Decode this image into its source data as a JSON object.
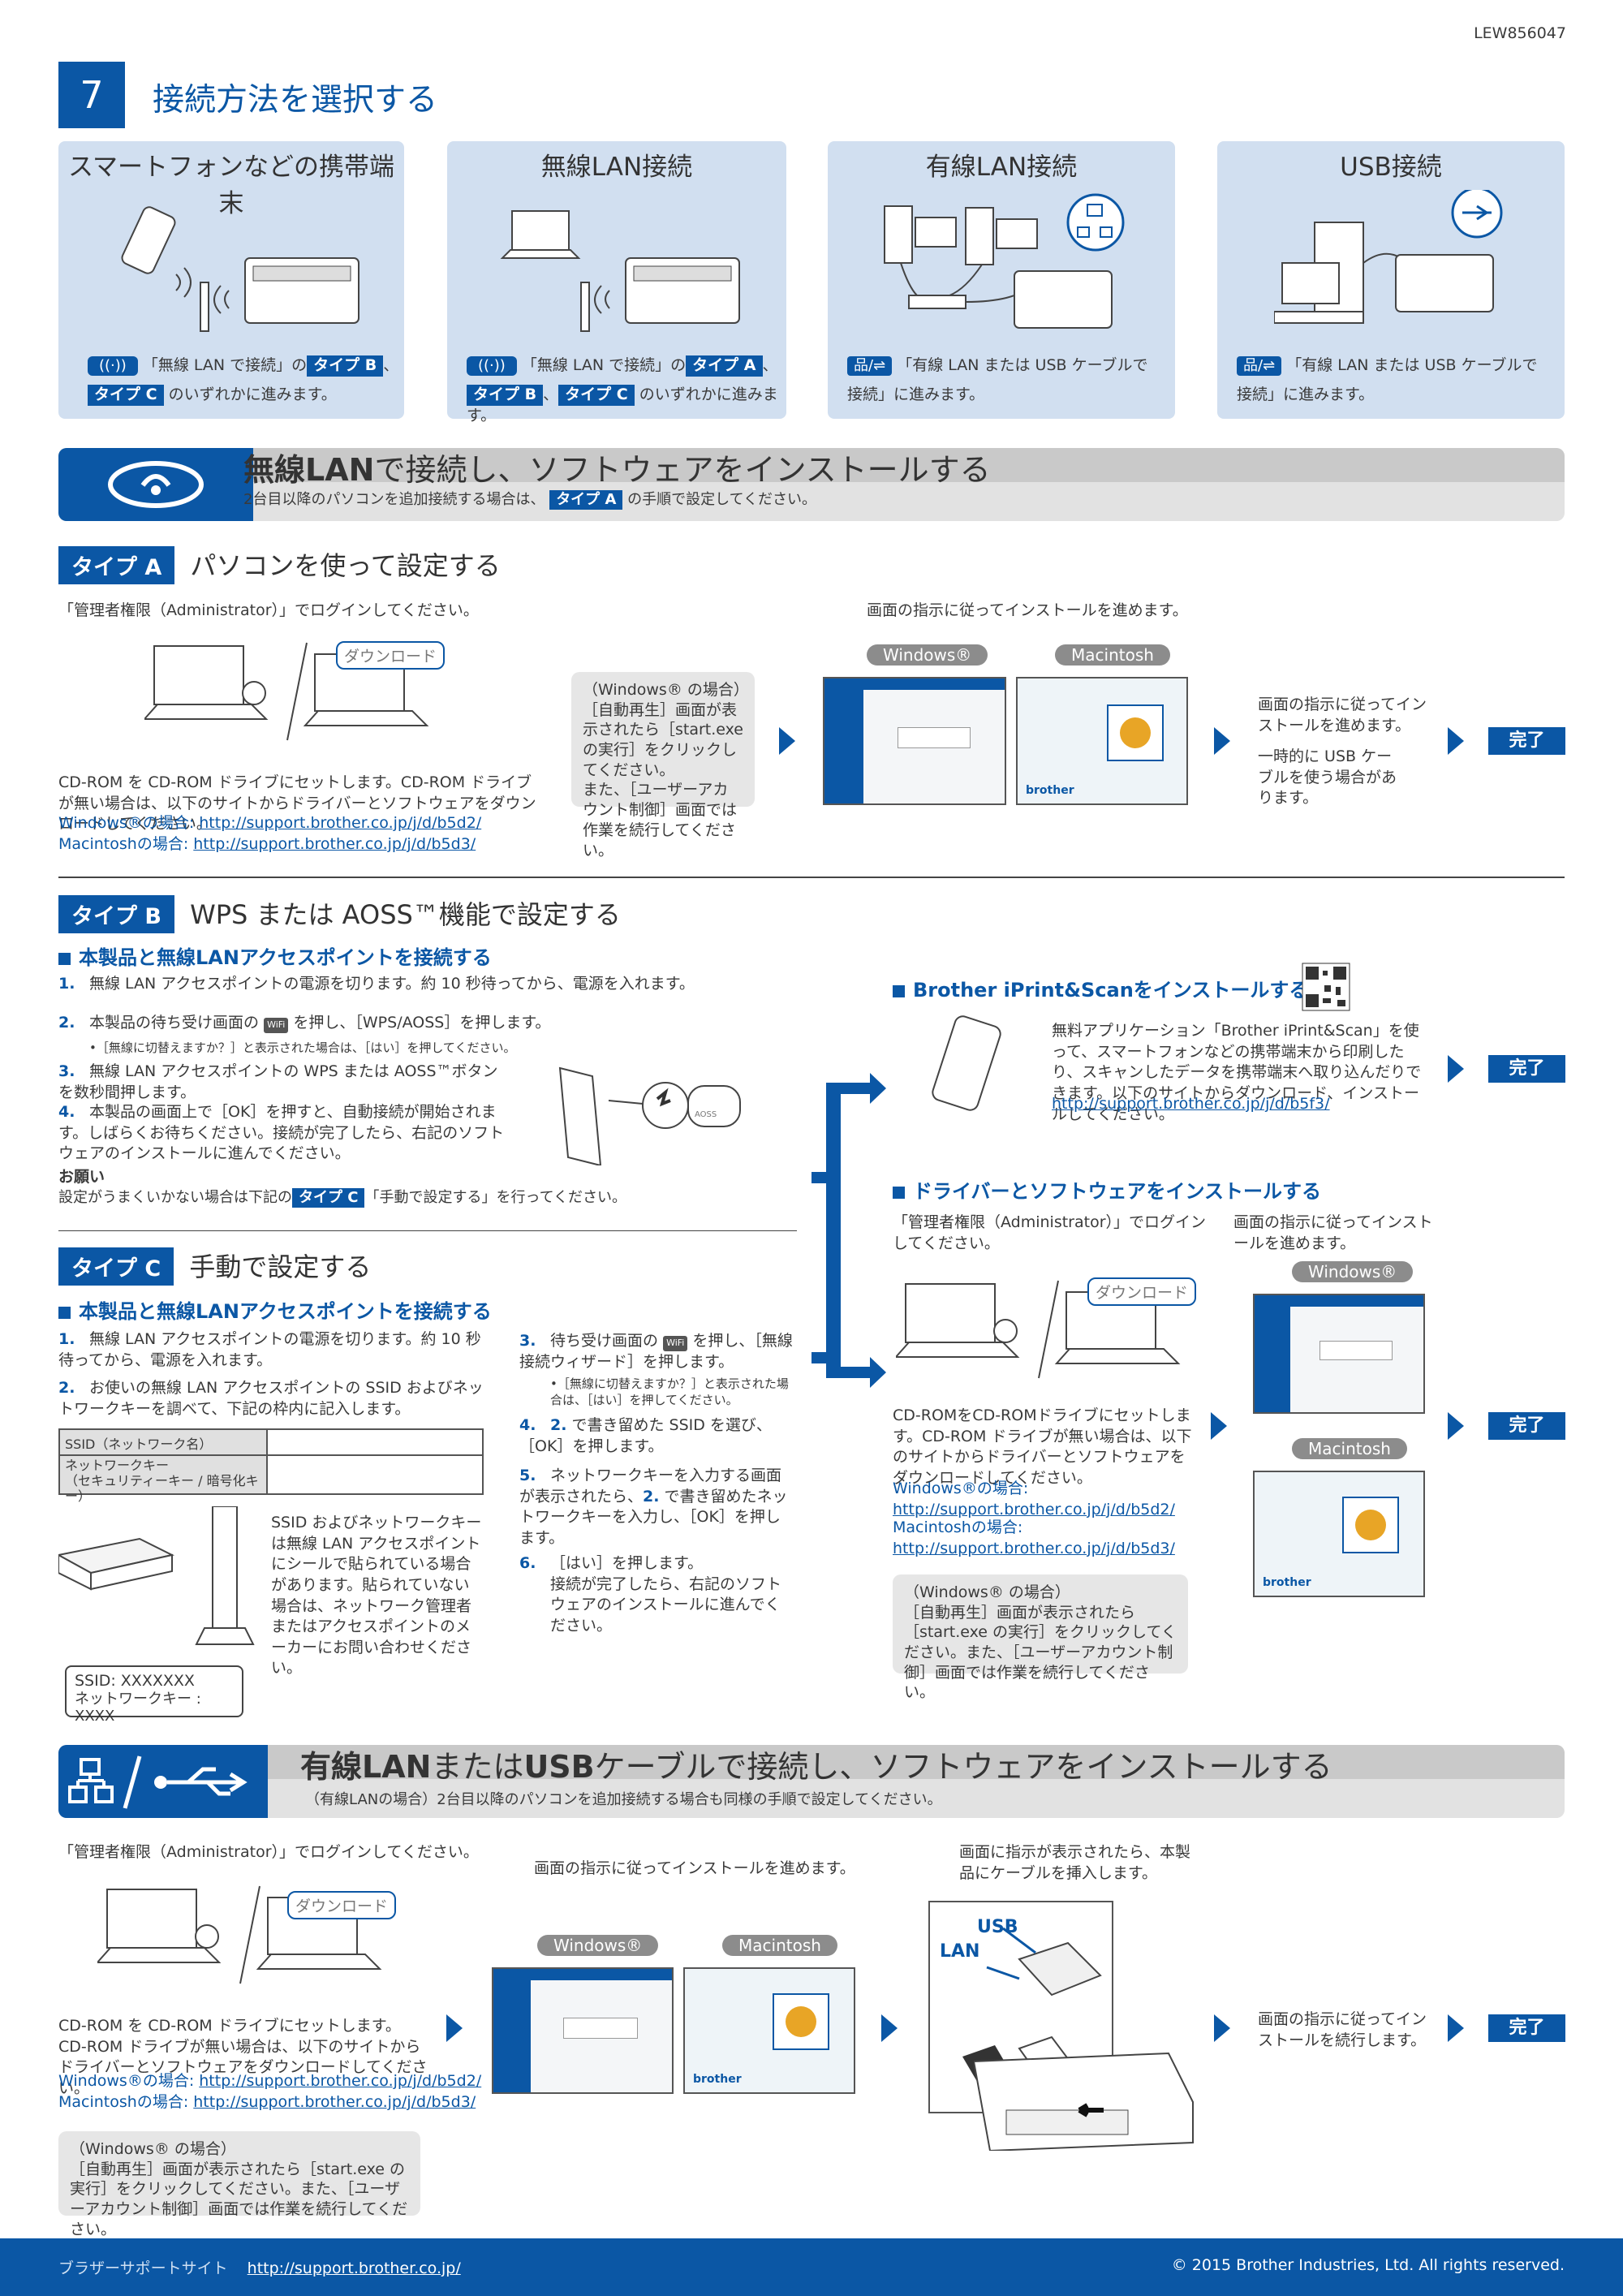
{
  "doc_code": "LEW856047",
  "step": {
    "number": "7",
    "title": "接続方法を選択する"
  },
  "cards": [
    {
      "title": "スマートフォンなどの携帯端末",
      "line1_pre": "「無線 LAN で接続」の",
      "tag1": "タイプ B",
      "line1_post": "、",
      "tag2": "タイプ C",
      "line2": "のいずれかに進みます。"
    },
    {
      "title": "無線LAN接続",
      "line1_pre": "「無線 LAN で接続」の",
      "tag1": "タイプ A",
      "line1_post": "、",
      "tag2": "タイプ B",
      "mid": "、",
      "tag3": "タイプ C",
      "line2": "のいずれかに進みます。"
    },
    {
      "title": "有線LAN接続",
      "line1": "「有線 LAN または USB ケーブルで",
      "line2": "接続」に進みます。"
    },
    {
      "title": "USB接続",
      "line1": "「有線 LAN または USB ケーブルで",
      "line2": "接続」に進みます。"
    }
  ],
  "wireless": {
    "title_pre": "無線LAN",
    "title_post": "で接続し、ソフトウェアをインストールする",
    "note_pre": "2台目以降のパソコンを追加接続する場合は、",
    "note_tag": "タイプ A",
    "note_post": "の手順で設定してください。"
  },
  "typeA": {
    "tag": "タイプ A",
    "title": "パソコンを使って設定する",
    "login": "「管理者権限（Administrator）」でログインしてください。",
    "download": "ダウンロード",
    "cd_text": "CD-ROM を CD-ROM ドライブにセットします。CD-ROM ドライブが無い場合は、以下のサイトからドライバーとソフトウェアをダウンロードしてください。",
    "win_label": "Windows®の場合: ",
    "win_url": "http://support.brother.co.jp/j/d/b5d2/",
    "mac_label": "Macintoshの場合: ",
    "mac_url": "http://support.brother.co.jp/j/d/b5d3/",
    "box_l1": "（Windows® の場合）",
    "box_l2": "［自動再生］画面が表示されたら［start.exe の実行］をクリックしてください。",
    "box_l3": "また、［ユーザーアカウント制御］画面では作業を続行してください。",
    "instr": "画面の指示に従ってインストールを進めます。",
    "win": "Windows®",
    "mac": "Macintosh",
    "after1": "画面の指示に従ってインストールを進めます。",
    "after2": "一時的に USB ケーブルを使う場合があります。",
    "done": "完了"
  },
  "typeB": {
    "tag": "タイプ B",
    "title": "WPS または AOSS™機能で設定する",
    "sub": "本製品と無線LANアクセスポイントを接続する",
    "s1": "無線 LAN アクセスポイントの電源を切ります。約 10 秒待ってから、電源を入れます。",
    "s2": "本製品の待ち受け画面の",
    "s2b": "を押し、［WPS/AOSS］を押します。",
    "s2note": "•［無線に切替えますか？］と表示された場合は、［はい］を押してください。",
    "s3": "無線 LAN アクセスポイントの WPS または AOSS™ボタンを数秒間押します。",
    "s4": "本製品の画面上で［OK］を押すと、自動接続が開始されます。しばらくお待ちください。接続が完了したら、右記のソフトウェアのインストールに進んでください。",
    "aoss": "AOSS",
    "onegai": "お願い",
    "onegai_pre": "設定がうまくいかない場合は下記の",
    "onegai_tag": "タイプ C",
    "onegai_post": "「手動で設定する」を行ってください。"
  },
  "iprint": {
    "title": "Brother iPrint&Scanをインストールする",
    "desc": "無料アプリケーション「Brother iPrint&Scan」を使って、スマートフォンなどの携帯端末から印刷したり、スキャンしたデータを携帯端末へ取り込んだりできます。以下のサイトからダウンロード、インストールしてください。",
    "url": "http://support.brother.co.jp/j/d/b5f3/",
    "done": "完了"
  },
  "driver": {
    "title": "ドライバーとソフトウェアをインストールする",
    "login": "「管理者権限（Administrator）」でログインしてください。",
    "instr": "画面の指示に従ってインストールを進めます。",
    "download": "ダウンロード",
    "cd_text": "CD-ROMをCD-ROMドライブにセットします。CD-ROM ドライブが無い場合は、以下のサイトからドライバーとソフトウェアをダウンロードしてください。",
    "win_label": "Windows®の場合:",
    "win_url": "http://support.brother.co.jp/j/d/b5d2/",
    "mac_label": "Macintoshの場合:",
    "mac_url": "http://support.brother.co.jp/j/d/b5d3/",
    "box_l1": "（Windows® の場合）",
    "box_l2": "［自動再生］画面が表示されたら［start.exe の実行］をクリックしてください。また、［ユーザーアカウント制御］画面では作業を続行してください。",
    "win": "Windows®",
    "mac": "Macintosh",
    "done": "完了"
  },
  "typeC": {
    "tag": "タイプ C",
    "title": "手動で設定する",
    "sub": "本製品と無線LANアクセスポイントを接続する",
    "s1": "無線 LAN アクセスポイントの電源を切ります。約 10 秒待ってから、電源を入れます。",
    "s2": "お使いの無線 LAN アクセスポイントの SSID およびネットワークキーを調べて、下記の枠内に記入します。",
    "table_ssid": "SSID（ネットワーク名）",
    "table_key1": "ネットワークキー",
    "table_key2": "（セキュリティーキー / 暗号化キー）",
    "ssid_note": "SSID およびネットワークキーは無線 LAN アクセスポイントにシールで貼られている場合があります。貼られていない場合は、ネットワーク管理者またはアクセスポイントのメーカーにお問い合わせください。",
    "label_ssid": "SSID: XXXXXXX",
    "label_key": "ネットワークキー : XXXX",
    "s3": "待ち受け画面の",
    "s3b": "を押し、［無線接続ウィザード］を押します。",
    "s3note": "•［無線に切替えますか？］と表示された場合は、［はい］を押してください。",
    "s4": "で書き留めた SSID を選び、［OK］を押します。",
    "s4ref": "2.",
    "s5a": "ネットワークキーを入力する画面が表示されたら、",
    "s5ref": "2.",
    "s5b": "で書き留めたネットワークキーを入力し、［OK］を押します。",
    "s6a": "［はい］を押します。",
    "s6b": "接続が完了したら、右記のソフトウェアのインストールに進んでください。"
  },
  "wired": {
    "title_pre": "有線LAN",
    "title_mid": "または",
    "title_usb": "USB",
    "title_post": "ケーブルで接続し、ソフトウェアをインストールする",
    "note": "（有線LANの場合）2台目以降のパソコンを追加接続する場合も同様の手順で設定してください。",
    "login": "「管理者権限（Administrator）」でログインしてください。",
    "download": "ダウンロード",
    "cd_text": "CD-ROM を CD-ROM ドライブにセットします。CD-ROM ドライブが無い場合は、以下のサイトからドライバーとソフトウェアをダウンロードしてください。",
    "win_label": "Windows®の場合: ",
    "win_url": "http://support.brother.co.jp/j/d/b5d2/",
    "mac_label": "Macintoshの場合: ",
    "mac_url": "http://support.brother.co.jp/j/d/b5d3/",
    "box_l1": "（Windows® の場合）",
    "box_l2": "［自動再生］画面が表示されたら［start.exe の実行］をクリックしてください。また、［ユーザーアカウント制御］画面では作業を続行してください。",
    "instr": "画面の指示に従ってインストールを進めます。",
    "win": "Windows®",
    "mac": "Macintosh",
    "cable_instr": "画面に指示が表示されたら、本製品にケーブルを挿入します。",
    "usb": "USB",
    "lan": "LAN",
    "after": "画面の指示に従ってインストールを続行します。",
    "done": "完了"
  },
  "footer": {
    "site_label": "ブラザーサポートサイト",
    "site_url": "http://support.brother.co.jp/",
    "copyright": "© 2015 Brother Industries, Ltd. All rights reserved."
  },
  "brand": "brother",
  "colors": {
    "accent": "#0b57a5",
    "card_bg": "#d1dff0",
    "band": "#e2e2e2"
  }
}
